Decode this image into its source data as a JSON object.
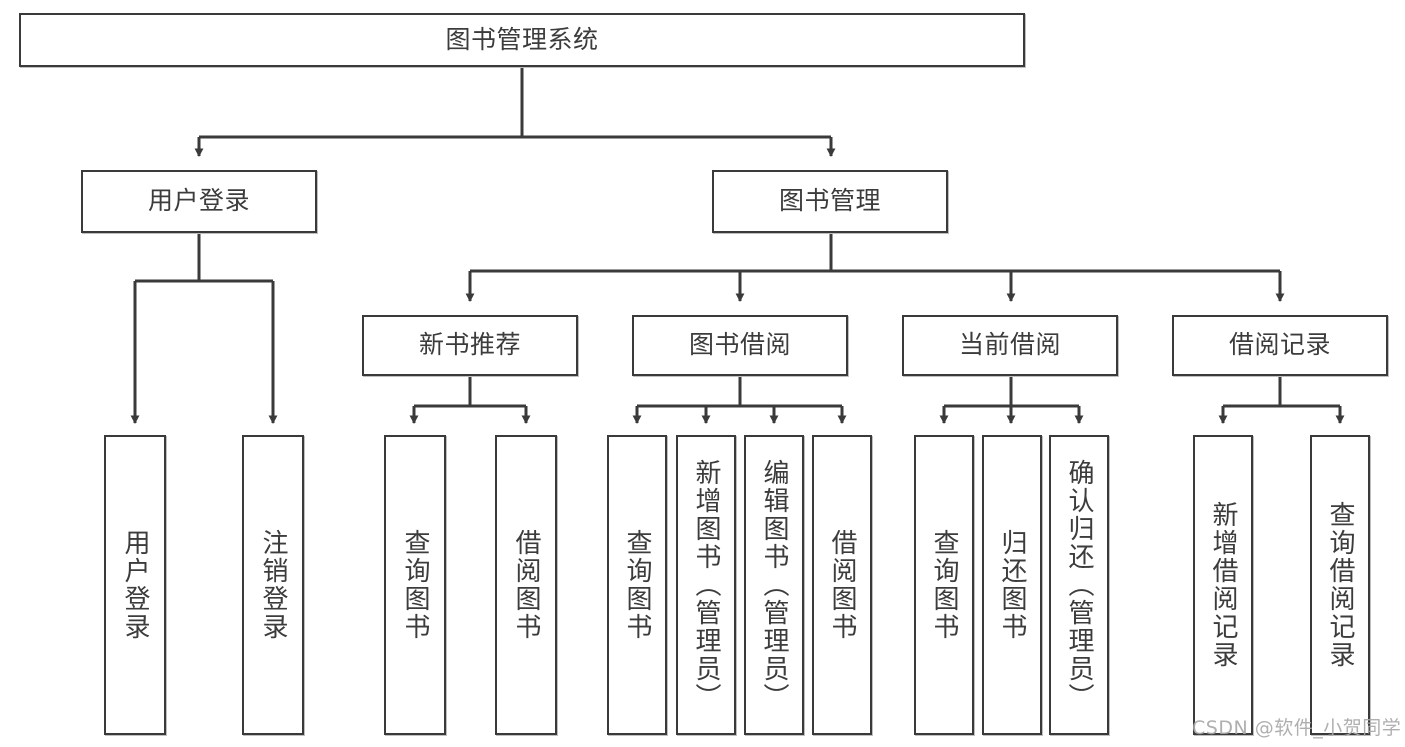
{
  "diagram": {
    "title": "图书管理系统",
    "type": "tree-hierarchy-chart",
    "root": {
      "id": "root",
      "label": "图书管理系统"
    },
    "level2": [
      {
        "id": "user-login",
        "label": "用户登录"
      },
      {
        "id": "book-management",
        "label": "图书管理"
      }
    ],
    "level3": [
      {
        "id": "new-book-recommend",
        "label": "新书推荐",
        "parent": "book-management"
      },
      {
        "id": "book-borrow",
        "label": "图书借阅",
        "parent": "book-management"
      },
      {
        "id": "current-borrow",
        "label": "当前借阅",
        "parent": "book-management"
      },
      {
        "id": "borrow-record",
        "label": "借阅记录",
        "parent": "book-management"
      }
    ],
    "leaves": {
      "user_login": [
        {
          "id": "leaf-user-login",
          "label": "用户登录"
        },
        {
          "id": "leaf-logout-login",
          "label": "注销登录"
        }
      ],
      "new_book_recommend": [
        {
          "id": "leaf-query-book-1",
          "label": "查询图书"
        },
        {
          "id": "leaf-borrow-book-1",
          "label": "借阅图书"
        }
      ],
      "book_borrow": [
        {
          "id": "leaf-query-book-2",
          "label": "查询图书"
        },
        {
          "id": "leaf-add-book",
          "label": "新增图书（管理员）"
        },
        {
          "id": "leaf-edit-book",
          "label": "编辑图书（管理员）"
        },
        {
          "id": "leaf-borrow-book-2",
          "label": "借阅图书"
        }
      ],
      "current_borrow": [
        {
          "id": "leaf-query-book-3",
          "label": "查询图书"
        },
        {
          "id": "leaf-return-book",
          "label": "归还图书"
        },
        {
          "id": "leaf-confirm-return",
          "label": "确认归还（管理员）"
        }
      ],
      "borrow_record": [
        {
          "id": "leaf-add-record",
          "label": "新增借阅记录"
        },
        {
          "id": "leaf-query-record",
          "label": "查询借阅记录"
        }
      ]
    }
  },
  "watermark": {
    "text": "CSDN @软件_小贺同学"
  },
  "colors": {
    "box_border": "#3a3a3a",
    "box_fill": "#ffffff",
    "connector": "#3a3a3a",
    "text": "#3c3c3c",
    "watermark": "#a9a9a9",
    "background": "#ffffff"
  }
}
